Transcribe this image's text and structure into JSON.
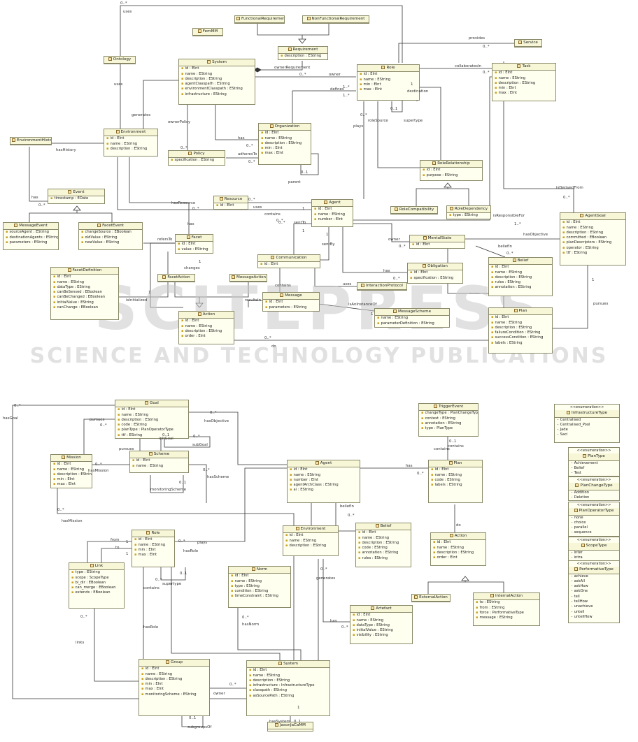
{
  "watermark": {
    "main": "SCITEPRESS",
    "sub": "SCIENCE AND TECHNOLOGY PUBLICATIONS"
  },
  "top": {
    "classes": [
      {
        "key": "FunctionalRequirement",
        "name": "FunctionalRequirement",
        "attrs": []
      },
      {
        "key": "NonFunctionalRequirement",
        "name": "NonFunctionalRequirement",
        "attrs": []
      },
      {
        "key": "FemMM",
        "name": "FemMM",
        "attrs": []
      },
      {
        "key": "Requirement",
        "name": "Requirement",
        "attrs": [
          "description : EString"
        ]
      },
      {
        "key": "Ontology",
        "name": "Ontology",
        "attrs": []
      },
      {
        "key": "System",
        "name": "System",
        "attrs": [
          "id : EInt",
          "name : EString",
          "description : EString",
          "agentClasspath : EString",
          "environmentClasspath : EString",
          "infrastructure : EString"
        ]
      },
      {
        "key": "Role",
        "name": "Role",
        "attrs": [
          "id : EInt",
          "name : EString",
          "min : EInt",
          "max : EInt"
        ]
      },
      {
        "key": "Service",
        "name": "Service",
        "attrs": []
      },
      {
        "key": "Task",
        "name": "Task",
        "attrs": [
          "id : EInt",
          "name : EString",
          "description : EString",
          "min : EInt",
          "max : EInt"
        ]
      },
      {
        "key": "EnvironmentHistory",
        "name": "EnvironmentHistory",
        "attrs": []
      },
      {
        "key": "Environment",
        "name": "Environment",
        "attrs": [
          "id : EInt",
          "name : EString",
          "description : EString"
        ]
      },
      {
        "key": "Organization",
        "name": "Organization",
        "attrs": [
          "id : EInt",
          "name : EString",
          "description : EString",
          "min : EInt",
          "max : EInt"
        ]
      },
      {
        "key": "Policy",
        "name": "Policy",
        "attrs": [
          "specification : EString"
        ]
      },
      {
        "key": "RoleRelationship",
        "name": "RoleRelationship",
        "attrs": [
          "id : EInt",
          "purpose : EString"
        ]
      },
      {
        "key": "Event",
        "name": "Event",
        "attrs": [
          "timestamp : EDate"
        ]
      },
      {
        "key": "Resource",
        "name": "Resource",
        "attrs": [
          "id : EInt"
        ]
      },
      {
        "key": "Agent",
        "name": "Agent",
        "attrs": [
          "id : EInt",
          "name : EString",
          "number : EInt"
        ]
      },
      {
        "key": "RoleCompatibility",
        "name": "RoleCompatibility",
        "attrs": []
      },
      {
        "key": "RoleDependency",
        "name": "RoleDependency",
        "attrs": [
          "type : EString"
        ]
      },
      {
        "key": "AgentGoal",
        "name": "AgentGoal",
        "attrs": [
          "id : EInt",
          "name : EString",
          "description : EString",
          "committed : EBoolean",
          "planDescriptors : EString",
          "operator : EString",
          "ttf : EString"
        ]
      },
      {
        "key": "MessageEvent",
        "name": "MessageEvent",
        "attrs": [
          "sourceAgent : EString",
          "destinationAgents : EString",
          "parameters : EString"
        ]
      },
      {
        "key": "FacetEvent",
        "name": "FacetEvent",
        "attrs": [
          "changeSource : EBoolean",
          "oldValue : EString",
          "newValue : EString"
        ]
      },
      {
        "key": "Facet",
        "name": "Facet",
        "attrs": [
          "id : EInt",
          "value : EString"
        ]
      },
      {
        "key": "MentalState",
        "name": "MentalState",
        "attrs": [
          "id : EInt"
        ]
      },
      {
        "key": "Communication",
        "name": "Communication",
        "attrs": [
          "id : EInt"
        ]
      },
      {
        "key": "Belief",
        "name": "Belief",
        "attrs": [
          "id : EInt",
          "name : EString",
          "description : EString",
          "rules : EString",
          "annotation : EString"
        ]
      },
      {
        "key": "FacetDefinition",
        "name": "FacetDefinition",
        "attrs": [
          "id : EInt",
          "name : EString",
          "dataType : EString",
          "canBeSensed : EBoolean",
          "canBeChanged : EBoolean",
          "initialValue : EString",
          "canChange : EBoolean"
        ]
      },
      {
        "key": "Obligation",
        "name": "Obligation",
        "attrs": [
          "id : EInt",
          "specification : EString"
        ]
      },
      {
        "key": "FacetAction",
        "name": "FacetAction",
        "attrs": []
      },
      {
        "key": "MessageAction",
        "name": "MessageAction",
        "attrs": []
      },
      {
        "key": "InteractionProtocol",
        "name": "InteractionProtocol",
        "attrs": []
      },
      {
        "key": "Message",
        "name": "Message",
        "attrs": [
          "id : EInt",
          "parameters : EString"
        ]
      },
      {
        "key": "MessageScheme",
        "name": "MessageScheme",
        "attrs": [
          "name : EString",
          "parameterDefinition : EString"
        ]
      },
      {
        "key": "Action",
        "name": "Action",
        "attrs": [
          "id : EInt",
          "name : EString",
          "description : EString",
          "order : EInt"
        ]
      },
      {
        "key": "Plan",
        "name": "Plan",
        "attrs": [
          "id : EInt",
          "name : EString",
          "description : EString",
          "failureCondition : EString",
          "successCondition : EString",
          "labels : EString"
        ]
      }
    ],
    "labels": {
      "uses_top": "uses",
      "mult_0star_top": "0..*",
      "provides": "provides",
      "mult_0star_service": "0..*",
      "collaboratesIn": "collaboratesIn",
      "mult_0star_task": "0..*",
      "uses_env": "uses",
      "ownerRequirement": "ownerRequirement",
      "mult_0star_req": "0..*",
      "owner_sys": "owner",
      "defines": "defines",
      "mult_1star_a": "1..*",
      "mult_1star_b": "1..*",
      "destination": "destination",
      "m_1_role": "1",
      "m_01_role": "0..1",
      "generates": "generates",
      "ownerPolicy": "ownerPolicy",
      "has_org": "has",
      "mult_0star_org": "0..*",
      "mult_0star_pol": "0..*",
      "adheresTo": "adheresTo",
      "mult_0star_adh": "0..*",
      "plays": "plays",
      "mult_0star_plays": "0..*",
      "roleSource": "roleSource",
      "supertype": "supertype",
      "hasHistory": "hasHistory",
      "has_ev": "has",
      "mult_0star_ev": "0..*",
      "parent": "parent",
      "mult_01_parent": "0..1",
      "hasResource": "hasResource",
      "mult_0star_res": "0..*",
      "uses_res": "uses",
      "mult_0star_uses": "0..*",
      "contains": "contains",
      "mult_0star_cont": "0..*",
      "m_1_a": "1",
      "m_1_b": "1",
      "isDerivedFrom": "isDerivedFrom",
      "mult_0star_der": "0..*",
      "has_facet": "has",
      "isResponsibleFor": "isResponsibleFor",
      "mult_1star_resp": "1..*",
      "hasObjective": "hasObjective",
      "owner_ms": "owner",
      "mult_0star_ms": "0..*",
      "beliefIn": "beliefIn",
      "mult_0star_bel": "0..*",
      "sentTo": "sentTo",
      "mult_0star_sent": "0..*",
      "sentBy": "sentBy",
      "m_1_sentby": "1",
      "refersTo": "refersTo",
      "changes": "changes",
      "m_1_chg": "1",
      "has_obl": "has",
      "mult_0star_obl": "0..*",
      "contains_msg": "contains",
      "uses_proto": "uses",
      "isInitialized": "isInitialized",
      "m_1_init": "1",
      "resultsIn": "resultsIn",
      "isAnInstanceOf": "isAnInstanceOf",
      "m_1_inst": "1",
      "pursues": "pursues",
      "m_1_pursues": "1",
      "do": "do",
      "mult_0star_do": "0..*"
    }
  },
  "bottom": {
    "classes": [
      {
        "key": "Goal",
        "name": "Goal",
        "attrs": [
          "id : EInt",
          "name : EString",
          "description : EString",
          "code : EString",
          "planType : PlanOperatorType",
          "ttf : EString"
        ]
      },
      {
        "key": "TriggerEvent",
        "name": "TriggerEvent",
        "attrs": [
          "changeType : PlanChangeType",
          "context : EString",
          "annotation : EString",
          "type : PlanType"
        ]
      },
      {
        "key": "Mission",
        "name": "Mission",
        "attrs": [
          "id : EInt",
          "name : EString",
          "description : EString",
          "min : EInt",
          "max : EInt"
        ]
      },
      {
        "key": "Scheme",
        "name": "Scheme",
        "attrs": [
          "id : EInt",
          "name : EString"
        ]
      },
      {
        "key": "Agent",
        "name": "Agent",
        "attrs": [
          "id : EInt",
          "name : EString",
          "number : EInt",
          "agentArchClass : EString",
          "ai : EString"
        ]
      },
      {
        "key": "Plan",
        "name": "Plan",
        "attrs": [
          "id : EInt",
          "name : EString",
          "code : EString",
          "labels : EString"
        ]
      },
      {
        "key": "Environment",
        "name": "Environment",
        "attrs": [
          "id : EInt",
          "name : EString",
          "description : EString"
        ]
      },
      {
        "key": "Belief",
        "name": "Belief",
        "attrs": [
          "id : EInt",
          "name : EString",
          "description : EString",
          "code : EString",
          "annotation : EString",
          "rules : EString"
        ]
      },
      {
        "key": "Role",
        "name": "Role",
        "attrs": [
          "id : EInt",
          "name : EString",
          "min : EInt",
          "max : EInt"
        ]
      },
      {
        "key": "Action",
        "name": "Action",
        "attrs": [
          "id : EInt",
          "name : EString",
          "description : EString",
          "order : EInt"
        ]
      },
      {
        "key": "Norm",
        "name": "Norm",
        "attrs": [
          "id : EInt",
          "name : EString",
          "type : EString",
          "condition : EString",
          "timeConstraint : EString"
        ]
      },
      {
        "key": "Link",
        "name": "Link",
        "attrs": [
          "type : EString",
          "scope : ScopeType",
          "bi_dir : EBoolean",
          "can_merge : EBoolean",
          "extends : EBoolean"
        ]
      },
      {
        "key": "ExternalAction",
        "name": "ExternalAction",
        "attrs": []
      },
      {
        "key": "InternalAction",
        "name": "InternalAction",
        "attrs": [
          "to : EString",
          "from : EString",
          "force : PerformativeType",
          "message : EString"
        ]
      },
      {
        "key": "Artefact",
        "name": "Artefact",
        "attrs": [
          "id : EInt",
          "name : EString",
          "dataType : EString",
          "initialValue : EString",
          "visibility : EString"
        ]
      },
      {
        "key": "Group",
        "name": "Group",
        "attrs": [
          "id : EInt",
          "name : EString",
          "description : EString",
          "min : EInt",
          "max : EInt",
          "monitoringScheme : EString"
        ]
      },
      {
        "key": "System",
        "name": "System",
        "attrs": [
          "id : EInt",
          "name : EString",
          "description : EString",
          "infrastructure : InfrastructureType",
          "classpath : EString",
          "asSourcePath : EString"
        ]
      },
      {
        "key": "JasonJaCaMM",
        "name": "JasonJaCaMM",
        "attrs": []
      }
    ],
    "enums": [
      {
        "key": "InfrastructureType",
        "stereo": "<<enumeration>>",
        "name": "InfrastructureType",
        "values": [
          "Centralised",
          "Centralised_Pool",
          "Jade",
          "Saci"
        ]
      },
      {
        "key": "PlanType",
        "stereo": "<<enumeration>>",
        "name": "PlanType",
        "values": [
          "Achievement",
          "Belief",
          "Test"
        ]
      },
      {
        "key": "PlanChangeType",
        "stereo": "<<enumeration>>",
        "name": "PlanChangeType",
        "values": [
          "Addition",
          "Deletion"
        ]
      },
      {
        "key": "PlanOperatorType",
        "stereo": "<<enumeration>>",
        "name": "PlanOperatorType",
        "values": [
          "none",
          "choice",
          "parallel",
          "sequence"
        ]
      },
      {
        "key": "ScopeType",
        "stereo": "<<enumeration>>",
        "name": "ScopeType",
        "values": [
          "inter",
          "intra"
        ]
      },
      {
        "key": "PerformativeType",
        "stereo": "<<enumeration>>",
        "name": "PerformativeType",
        "values": [
          "achieve",
          "askAll",
          "askHow",
          "askOne",
          "tell",
          "tellHow",
          "unachieve",
          "untell",
          "untellHow"
        ]
      }
    ],
    "labels": {
      "mult_0star_goal": "0..*",
      "hasGoal": "hasGoal",
      "pursues_b": "pursues",
      "mult_0star_pur": "0..*",
      "hasObjective_b": "hasObjective",
      "mult_0star_obj": "0..*",
      "mult_01_goal": "0..1",
      "subGoal": "subGoal",
      "mult_0star_sub": "0..*",
      "initGoal": "initGoal",
      "pursues_c": "pursues",
      "contains_b": "contains",
      "has_plan": "has",
      "mult_0star_plan": "0..*",
      "mult_01_trig": "0..1",
      "contains_trig": "contains",
      "hasMission": "hasMission",
      "mult_0star_mis": "0..*",
      "hasScheme": "hasScheme",
      "mult_0star_sch": "0..*",
      "monitoringScheme": "monitoringScheme",
      "mult_01_mon": "0..1",
      "hasMission_b": "hasMission",
      "mult_0star_mis2": "0..*",
      "from": "from",
      "to": "to",
      "m_1_from": "1",
      "m_1_to": "1",
      "plays_b": "plays",
      "mult_0star_plays": "0..*",
      "hasRole": "hasRole",
      "supertype_b": "supertype",
      "mult_01_sup": "0..1",
      "contains_role": "contains",
      "mult_0star_con": "0..*",
      "hasRole_b": "hasRole",
      "beliefIn_b": "beliefIn",
      "mult_0star_bel": "0..*",
      "do_b": "do",
      "generates_b": "generates",
      "mult_0star_gen": "0..*",
      "has_art": "has",
      "mult_0star_art": "0..*",
      "hasNorm": "hasNorm",
      "mult_0star_norm": "0..*",
      "links": "links",
      "mult_0star_links": "0..*",
      "owner_b": "owner",
      "mult_0star_own": "0..*",
      "subgroupsOf": "subgroupsOf",
      "mult_01_subg": "0..1",
      "hasSystem": "hasSystem",
      "mult_01_sys": "0..1",
      "m_1_sys": "1"
    }
  }
}
